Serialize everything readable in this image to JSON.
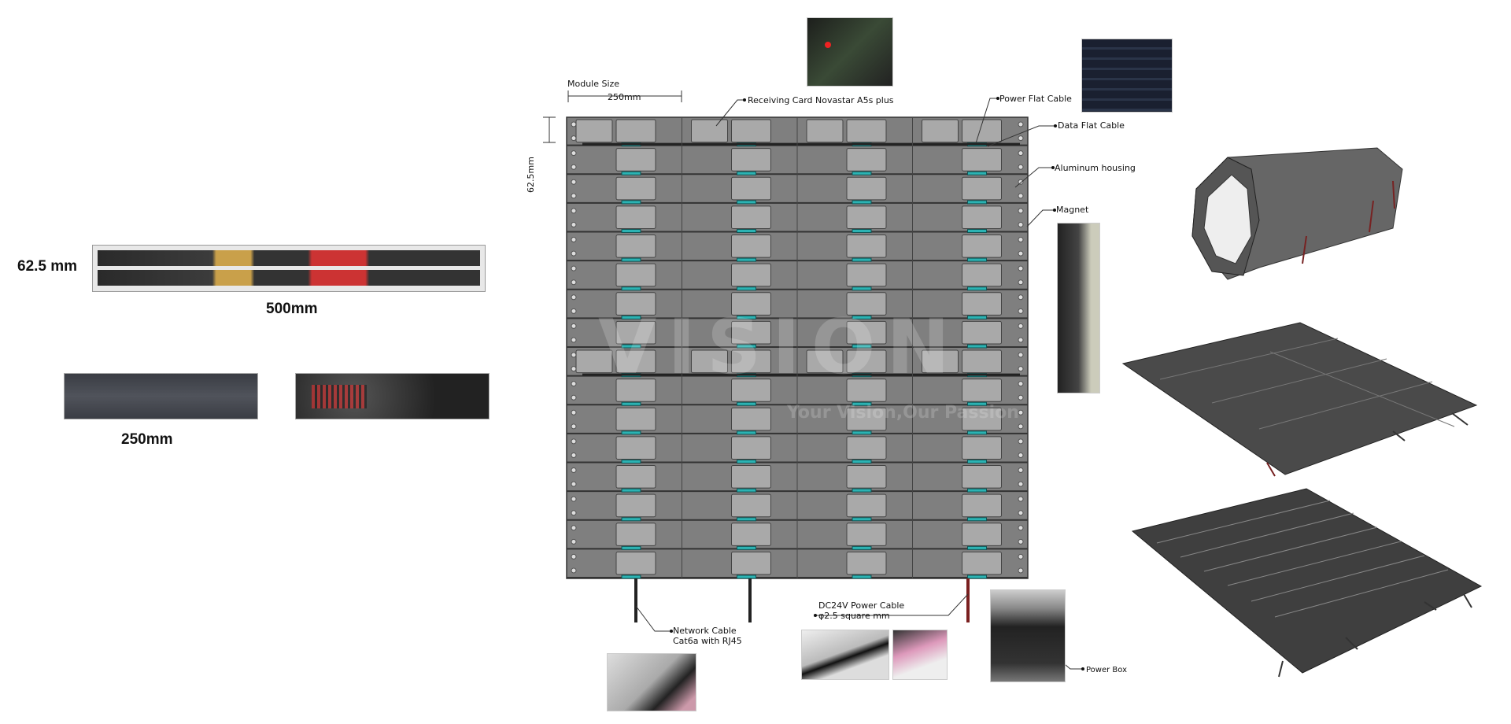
{
  "left": {
    "strip_height_label": "62.5 mm",
    "strip_width_label": "500mm",
    "module_width_label": "250mm"
  },
  "panel": {
    "module_size_label": "Module Size",
    "module_width_label": "250mm",
    "module_height_label": "62.5mm",
    "rows": 16,
    "columns": 4,
    "colors": {
      "housing": "#7f7f7f",
      "box": "#a9a9a9",
      "connector": "#2bb3b3",
      "cable": "#222222",
      "power_cable": "#7a1f1f"
    }
  },
  "callouts": {
    "receiving_card": "Receiving Card Novastar A5s plus",
    "power_flat_cable": "Power Flat Cable",
    "data_flat_cable": "Data Flat Cable",
    "aluminum_housing": "Aluminum housing",
    "magnet": "Magnet",
    "network_cable_line1": "Network Cable",
    "network_cable_line2": "Cat6a with RJ45",
    "dc_power_line1": "DC24V Power Cable",
    "dc_power_line2": "φ2.5 square mm",
    "power_box": "Power Box"
  },
  "watermark": {
    "logo": "VISION",
    "slogan": "Your Vision,Our Passion"
  }
}
